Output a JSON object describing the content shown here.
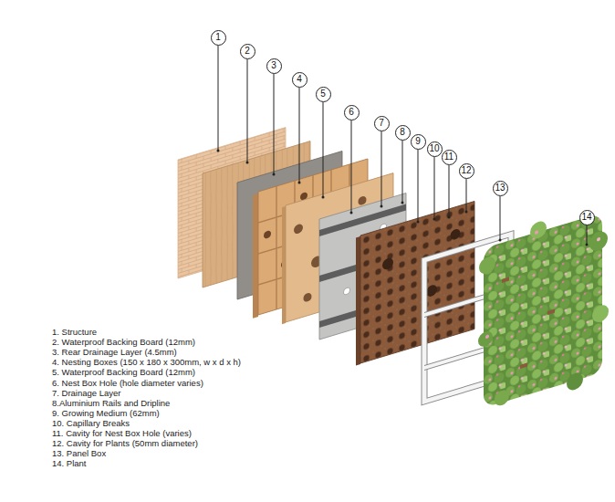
{
  "diagram": {
    "nodes": [
      {
        "text": [
          "1"
        ]
      },
      {
        "text": [
          "2"
        ]
      },
      {
        "text": [
          "3"
        ]
      },
      {
        "text": [
          "4"
        ]
      },
      {
        "text": [
          "5"
        ]
      },
      {
        "text": [
          "6"
        ]
      },
      {
        "text": [
          "7"
        ]
      },
      {
        "text": [
          "8"
        ]
      },
      {
        "text": [
          "9"
        ]
      },
      {
        "text": [
          "10"
        ]
      },
      {
        "text": [
          "11"
        ]
      },
      {
        "text": [
          "12"
        ]
      },
      {
        "text": [
          "13"
        ]
      },
      {
        "text": [
          "14"
        ]
      }
    ],
    "labels": [
      "1. Structure",
      "2. Waterproof Backing Board (12mm)",
      "3. Rear Drainage Layer (4.5mm)",
      "4. Nesting Boxes (150 x 180 x 300mm, w x d x h)",
      "5. Waterproof Backing Board (12mm)",
      "6. Nest Box Hole (hole diameter varies)",
      "7. Drainage Layer",
      "8.Aluminium Rails and Dripline",
      "9. Growing Medium (62mm)",
      "10. Capillary Breaks",
      "11. Cavity for Nest Box Hole (varies)",
      "12. Cavity for Plants (50mm diameter)",
      "13. Panel Box",
      "14. Plant"
    ]
  }
}
